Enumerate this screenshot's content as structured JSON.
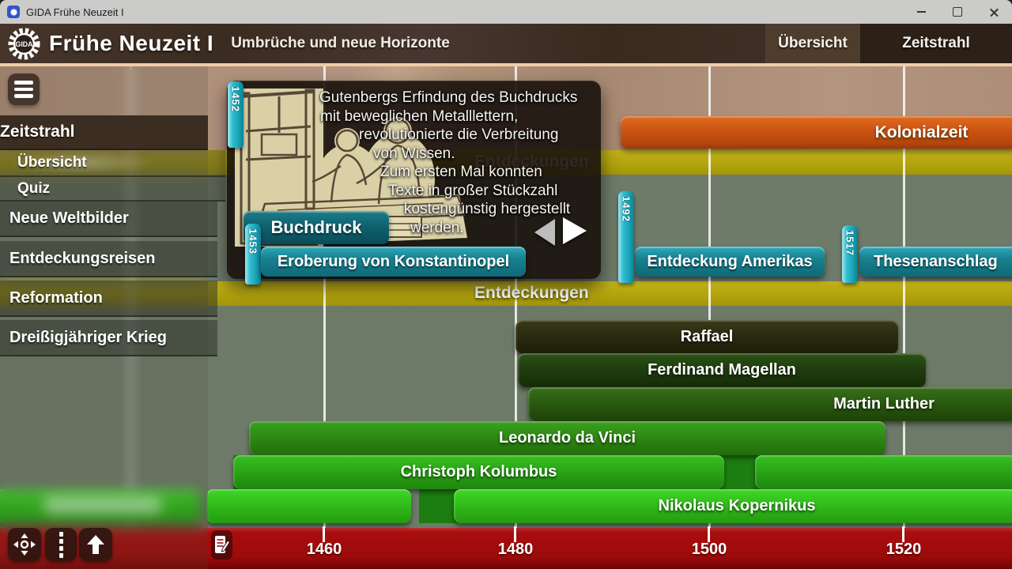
{
  "titlebar": {
    "app_title": "GIDA Frühe Neuzeit I"
  },
  "header": {
    "logo_text": "GIDA",
    "title": "Frühe Neuzeit I",
    "subtitle": "Umbrüche und neue Horizonte",
    "tabs": [
      {
        "label": "Übersicht",
        "active": false
      },
      {
        "label": "Zeitstrahl",
        "active": true
      }
    ]
  },
  "sidebar": {
    "items": [
      {
        "label": "Zeitstrahl",
        "type": "section-active"
      },
      {
        "label": "Übersicht",
        "type": "sub-highlighted"
      },
      {
        "label": "Quiz",
        "type": "sub"
      },
      {
        "label": "Neue Weltbilder",
        "type": "section"
      },
      {
        "label": "Entdeckungsreisen",
        "type": "section"
      },
      {
        "label": "Reformation",
        "type": "section"
      },
      {
        "label": "Dreißigjähriger Krieg",
        "type": "section"
      }
    ]
  },
  "popup": {
    "event": "Buchdruck",
    "image": "woodcut-printing-press",
    "lines": [
      "Gutenbergs Erfindung des Buchdrucks",
      "mit beweglichen Metalllettern,",
      "revolutionierte die Verbreitung",
      "von Wissen.",
      "Zum ersten Mal konnten",
      "Texte in großer Stückzahl",
      "kostengünstig hergestellt",
      "werden."
    ]
  },
  "timeline": {
    "era_bars": [
      {
        "label": "Kolonialzeit",
        "color": "#cc5313"
      },
      {
        "label": "Entdeckungen",
        "color": "#b3a40e"
      },
      {
        "label": "Entdeckungen",
        "color": "#b3a40e"
      }
    ],
    "events": [
      {
        "year": "1452",
        "label": "Buchdruck",
        "selected": true
      },
      {
        "year": "1453",
        "label": "Eroberung von Konstantinopel",
        "selected": false
      },
      {
        "year": "1492",
        "label": "Entdeckung Amerikas",
        "selected": false
      },
      {
        "year": "1517",
        "label": "Thesenanschlag",
        "selected": false
      }
    ],
    "persons": [
      {
        "label": "Raffael",
        "color": "#2b2b10"
      },
      {
        "label": "Ferdinand Magellan",
        "color": "#1f3e0e"
      },
      {
        "label": "Martin Luther",
        "color": "#2a5a10"
      },
      {
        "label": "Leonardo da Vinci",
        "color": "#2e8a14"
      },
      {
        "label": "Christoph Kolumbus",
        "color": "#2aa716"
      },
      {
        "label": "Nikolaus Kopernikus",
        "color": "#31bd1b"
      }
    ],
    "axis": {
      "years": [
        "1460",
        "1480",
        "1500",
        "1520"
      ]
    }
  }
}
